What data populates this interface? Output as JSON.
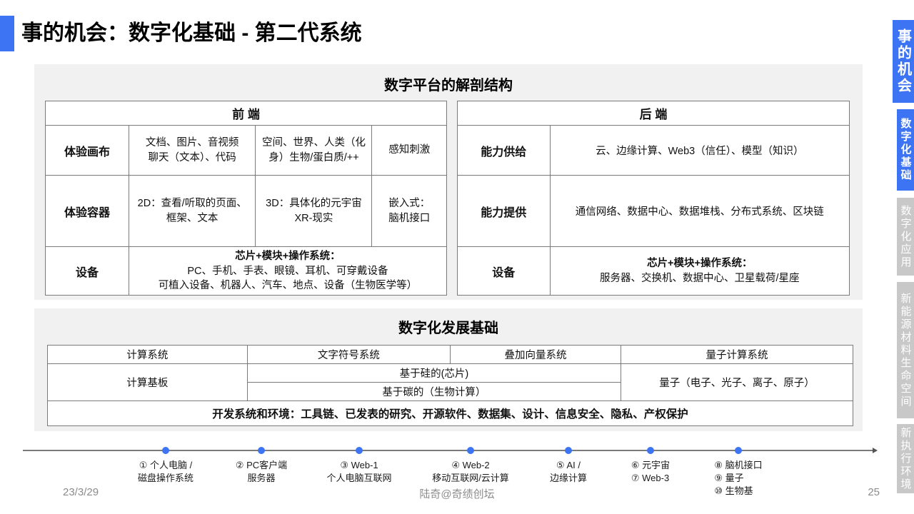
{
  "page": {
    "title": "事的机会：数字化基础 - 第二代系统",
    "colors": {
      "accent_blue": "#3d74f3",
      "panel_gray": "#f1f1f1",
      "tab_gray": "#c8c8c8",
      "table_border": "#7a7a7a",
      "footer_gray": "#8c8c8c"
    }
  },
  "sidebar": {
    "tabs": [
      {
        "label": "事的机会",
        "active": true
      },
      {
        "label": "数字化基础",
        "active": true
      },
      {
        "label": "数字化应用",
        "active": false
      },
      {
        "label": "新能源材料生命空间",
        "active": false
      },
      {
        "label": "新执行环境",
        "active": false
      }
    ]
  },
  "anatomy": {
    "title": "数字平台的解剖结构",
    "front": {
      "header": "前 端",
      "rows": [
        {
          "label": "体验画布",
          "cells": [
            "文档、图片、音视频\n聊天（文本）、代码",
            "空间、世界、人类（化\n身）生物/蛋白质/++",
            "感知刺激"
          ]
        },
        {
          "label": "体验容器",
          "cells": [
            "2D：查看/听取的页面、\n框架、文本",
            "3D：具体化的元宇宙\nXR-现实",
            "嵌入式：\n脑机接口"
          ]
        },
        {
          "label": "设备",
          "merged_title": "芯片+模块+操作系统：",
          "merged_body": "PC、手机、手表、眼镜、耳机、可穿戴设备\n可植入设备、机器人、汽车、地点、设备（生物医学等）"
        }
      ]
    },
    "back": {
      "header": "后 端",
      "rows": [
        {
          "label": "能力供给",
          "cell": "云、边缘计算、Web3（信任）、模型（知识）"
        },
        {
          "label": "能力提供",
          "cell": "通信网络、数据中心、数据堆栈、分布式系统、区块链"
        },
        {
          "label": "设备",
          "merged_title": "芯片+模块+操作系统：",
          "merged_body": "服务器、交换机、数据中心、卫星载荷/星座"
        }
      ]
    }
  },
  "foundation": {
    "title": "数字化发展基础",
    "header_row": [
      "计算系统",
      "文字符号系统",
      "叠加向量系统",
      "量子计算系统"
    ],
    "substrate_label": "计算基板",
    "silicon": "基于硅的(芯片)",
    "carbon": "基于碳的（生物计算）",
    "quantum": "量子（电子、光子、离子、原子）",
    "dev_row": "开发系统和环境：工具链、已发表的研究、开源软件、数据集、设计、信息安全、隐私、产权保护"
  },
  "timeline": {
    "milestones": [
      {
        "label": "① 个人电脑 /\n磁盘操作系统"
      },
      {
        "label": "② PC客户端\n服务器"
      },
      {
        "label": "③ Web-1\n个人电脑互联网"
      },
      {
        "label": "④ Web-2\n移动互联网/云计算"
      },
      {
        "label": "⑤ AI /\n边缘计算"
      },
      {
        "label": "⑥ 元宇宙\n⑦ Web-3"
      },
      {
        "label": "⑧ 脑机接口\n⑨ 量子\n⑩ 生物基"
      }
    ]
  },
  "footer": {
    "date": "23/3/29",
    "author": "陆奇@奇绩创坛",
    "page_number": "25"
  }
}
